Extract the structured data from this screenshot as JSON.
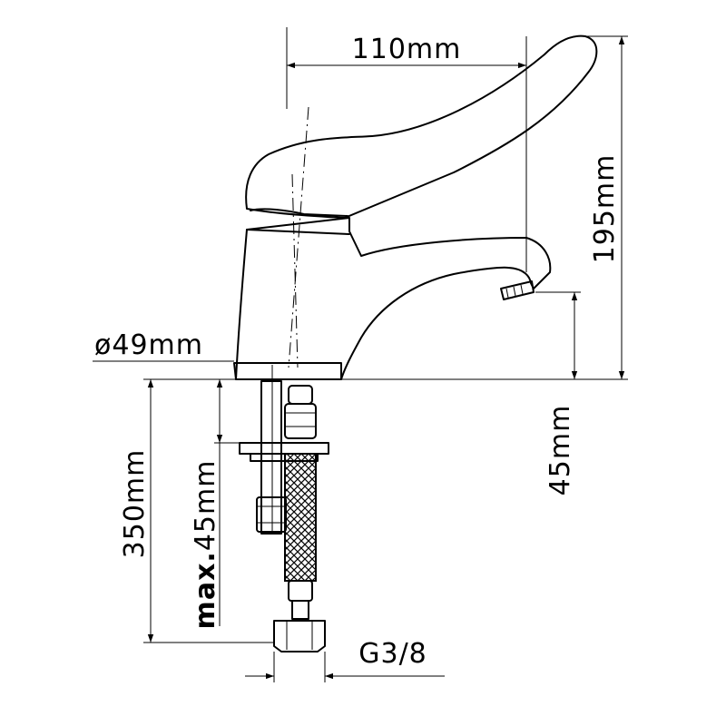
{
  "dimensions": {
    "width_label": "110mm",
    "height_label": "195mm",
    "base_diameter_label": "ø49mm",
    "spout_height_label": "45mm",
    "hose_length_label": "350mm",
    "max_prefix": "max.",
    "max_thickness_value": "45mm",
    "thread_label": "G3/8"
  },
  "colors": {
    "line": "#000000",
    "background": "#ffffff"
  }
}
